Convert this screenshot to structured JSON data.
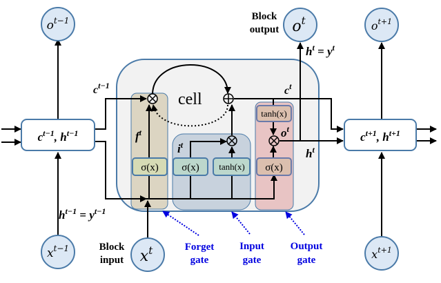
{
  "diagram": {
    "title": "LSTM block unrolled over time",
    "colors": {
      "circle_fill": "#dce8f5",
      "circle_stroke": "#4a7aa8",
      "cell_bg": "#f2f2f2",
      "forget_gate_fill": "#dcd5c2",
      "input_gate_fill": "#c8d2dd",
      "output_gate_fill": "#e8c4c4",
      "sigma_box_fill_forget": "#d6dbb5",
      "sigma_box_fill_input": "#bcd7cc",
      "tanh_box_fill_output": "#dbbfae",
      "annotation_blue": "#0000e0"
    },
    "outputs": {
      "prev": "o",
      "prev_sup": "t−1",
      "curr": "o",
      "curr_sup": "t",
      "next": "o",
      "next_sup": "t+1"
    },
    "inputs": {
      "prev": "x",
      "prev_sup": "t−1",
      "curr": "x",
      "curr_sup": "t",
      "next": "x",
      "next_sup": "t+1"
    },
    "states": {
      "prev": {
        "c": "c",
        "c_sup": "t−1",
        "sep": ", ",
        "h": "h",
        "h_sup": "t−1"
      },
      "next": {
        "c": "c",
        "c_sup": "t+1",
        "sep": ", ",
        "h": "h",
        "h_sup": "t+1"
      }
    },
    "labels": {
      "block_output_line1": "Block",
      "block_output_line2": "output",
      "block_input_line1": "Block",
      "block_input_line2": "input",
      "cell": "cell",
      "c_prev": "c",
      "c_prev_sup": "t−1",
      "c_t": "c",
      "c_t_sup": "t",
      "h_t": "h",
      "h_t_sup": "t",
      "ht_eq_yt": {
        "h": "h",
        "h_sup": "t",
        "eq": " = ",
        "y": "y",
        "y_sup": "t"
      },
      "hprev_eq_yprev": {
        "h": "h",
        "h_sup": "t−1",
        "eq": " = ",
        "y": "y",
        "y_sup": "t−1"
      },
      "f_t": "f",
      "f_t_sup": "t",
      "i_t": "i",
      "i_t_sup": "t",
      "o_t": "o",
      "o_t_sup": "t"
    },
    "functions": {
      "forget_sigma": "σ(x)",
      "input_sigma": "σ(x)",
      "input_tanh": "tanh(x)",
      "output_sigma": "σ(x)",
      "output_tanh": "tanh(x)"
    },
    "operators": {
      "multiply": "⊗",
      "add": "⊕"
    },
    "gate_annotations": {
      "forget_line1": "Forget",
      "forget_line2": "gate",
      "input_line1": "Input",
      "input_line2": "gate",
      "output_line1": "Output",
      "output_line2": "gate"
    }
  }
}
